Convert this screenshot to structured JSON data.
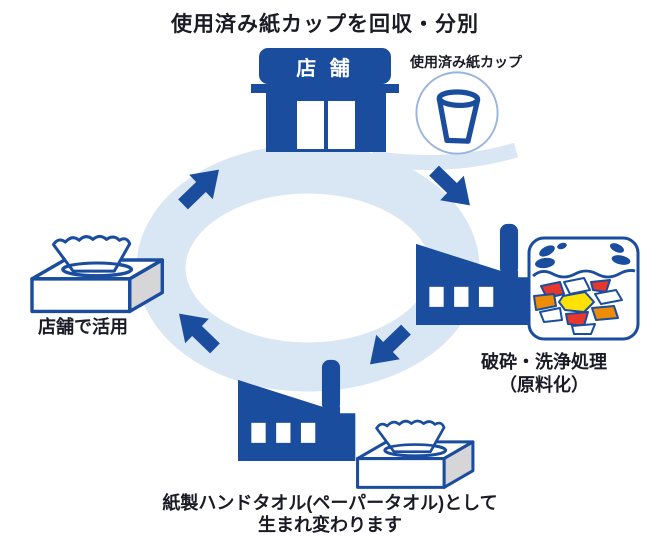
{
  "title": "使用済み紙カップを回収・分別",
  "store": {
    "sign_label": "店 舗"
  },
  "cup": {
    "label": "使用済み紙カップ"
  },
  "crush": {
    "line1": "破砕・洗浄処理",
    "line2": "（原料化）"
  },
  "towel": {
    "line1": "紙製ハンドタオル(ペーパータオル)として",
    "line2": "生まれ変わります"
  },
  "reuse": {
    "label": "店舗で活用"
  },
  "icons": {
    "store": "store-building-icon",
    "cup": "paper-cup-icon",
    "factory": "factory-icon",
    "shred": "crush-wash-shreds-icon",
    "towel_box": "paper-towel-box-icon",
    "cycle_arrow": "cycle-arrow-icon"
  },
  "colors": {
    "primary_blue": "#1a4d9d",
    "ring_blue": "#d9e6f4",
    "text_dark": "#1b1b26",
    "shard_red": "#e8372d",
    "shard_orange": "#ef8c05",
    "shard_yellow": "#ffe105",
    "box_side_gray": "#d6d6d8",
    "cup_circle_blue": "#9ab5dd"
  }
}
